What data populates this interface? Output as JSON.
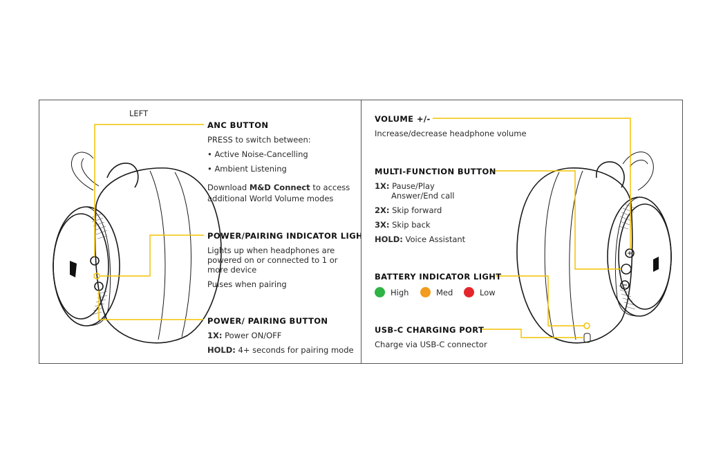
{
  "left_panel": {
    "side_label": "LEFT",
    "anc": {
      "title": "ANC BUTTON",
      "line1": "PRESS to switch between:",
      "bullet1": "• Active Noise-Cancelling",
      "bullet2": "• Ambient Listening",
      "download_pre": "Download ",
      "download_app": "M&D Connect",
      "download_post": " to access",
      "download_line2": "additional World Volume modes"
    },
    "indicator": {
      "title": "POWER/PAIRING INDICATOR LIGHT",
      "line1": "Lights up when headphones are",
      "line2": "powered on or connected to 1 or",
      "line3": "more device",
      "line4": "Pulses when pairing"
    },
    "power_button": {
      "title": "POWER/ PAIRING BUTTON",
      "l1_key": "1X:",
      "l1_val": " Power ON/OFF",
      "l2_key": "HOLD:",
      "l2_val": " 4+ seconds for pairing mode"
    }
  },
  "right_panel": {
    "volume": {
      "title": "VOLUME +/-",
      "desc": "Increase/decrease headphone volume"
    },
    "mfb": {
      "title": "MULTI-FUNCTION BUTTON",
      "l1_key": "1X:",
      "l1_val": " Pause/Play",
      "l1_cont": "Answer/End call",
      "l2_key": "2X:",
      "l2_val": " Skip forward",
      "l3_key": "3X:",
      "l3_val": " Skip back",
      "l4_key": "HOLD:",
      "l4_val": " Voice Assistant"
    },
    "battery": {
      "title": "BATTERY INDICATOR LIGHT",
      "levels": [
        {
          "label": "High",
          "color": "#2fb344"
        },
        {
          "label": "Med",
          "color": "#f29b1d"
        },
        {
          "label": "Low",
          "color": "#e3262b"
        }
      ]
    },
    "usbc": {
      "title": "USB-C CHARGING PORT",
      "desc": "Charge via USB-C connector"
    }
  },
  "colors": {
    "leader": "#f2c200",
    "outline": "#1a1a1a",
    "frame": "#555555"
  }
}
